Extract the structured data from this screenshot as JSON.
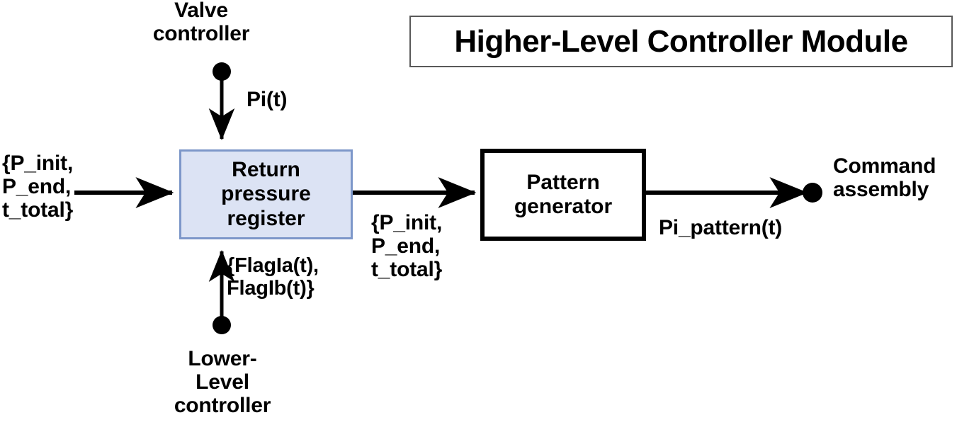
{
  "diagram": {
    "title": "Higher-Level Controller Module",
    "blocks": [
      {
        "id": "return_pressure_register",
        "label": "Return\npressure\nregister"
      },
      {
        "id": "pattern_generator",
        "label": "Pattern\ngenerator"
      }
    ],
    "labels": {
      "valve_controller": "Valve\ncontroller",
      "pi_t": "Pi(t)",
      "left_input": "{P_init,\nP_end,\nt_total}",
      "flags": "{FlagIa(t),\nFlagIb(t)}",
      "lower_level_controller": "Lower-\nLevel\ncontroller",
      "mid_output": "{P_init,\nP_end,\nt_total}",
      "pi_pattern": "Pi_pattern(t)",
      "command_assembly": "Command\nassembly"
    },
    "colors": {
      "block_fill_blue": "#dce3f4",
      "block_border_blue": "#7d97c9",
      "block_fill_white": "#ffffff",
      "block_border_black": "#000000",
      "title_border": "#595959",
      "connector": "#000000",
      "background": "#ffffff"
    }
  }
}
